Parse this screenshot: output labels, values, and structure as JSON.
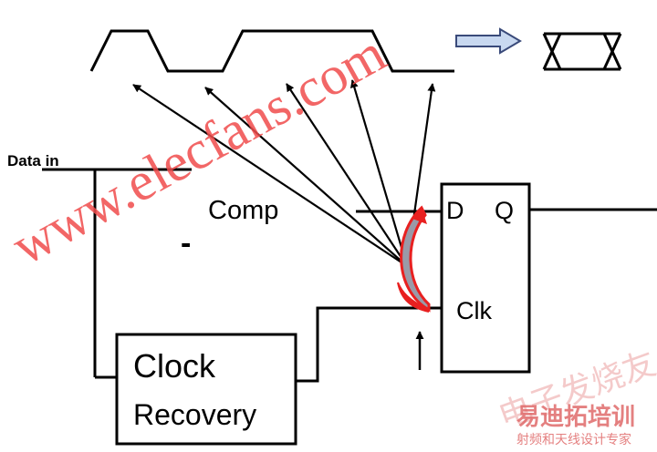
{
  "labels": {
    "data_in": "Data in",
    "comp": "Comp",
    "minus": "-",
    "d": "D",
    "q": "Q",
    "clk": "Clk",
    "clock_line1": "Clock",
    "clock_line2": "Recovery"
  },
  "watermark": {
    "url": "www.elecfans.com",
    "brand_top": "易迪拓培训",
    "brand_faded": "电子发烧友",
    "brand_bottom": "射频和天线设计专家"
  },
  "colors": {
    "ink": "#000000",
    "highlight": "#e82020",
    "fill_gray": "#9a9aa8",
    "arrow_fill": "#c8d8f0",
    "arrow_stroke": "#3a4a7a",
    "watermark": "#f04c4c"
  },
  "icons": {
    "eye": "eye-diagram-icon",
    "flow_arrow": "right-block-arrow-icon",
    "clk_arrow": "up-arrow-icon",
    "sampling_ray": "arrow-icon"
  }
}
